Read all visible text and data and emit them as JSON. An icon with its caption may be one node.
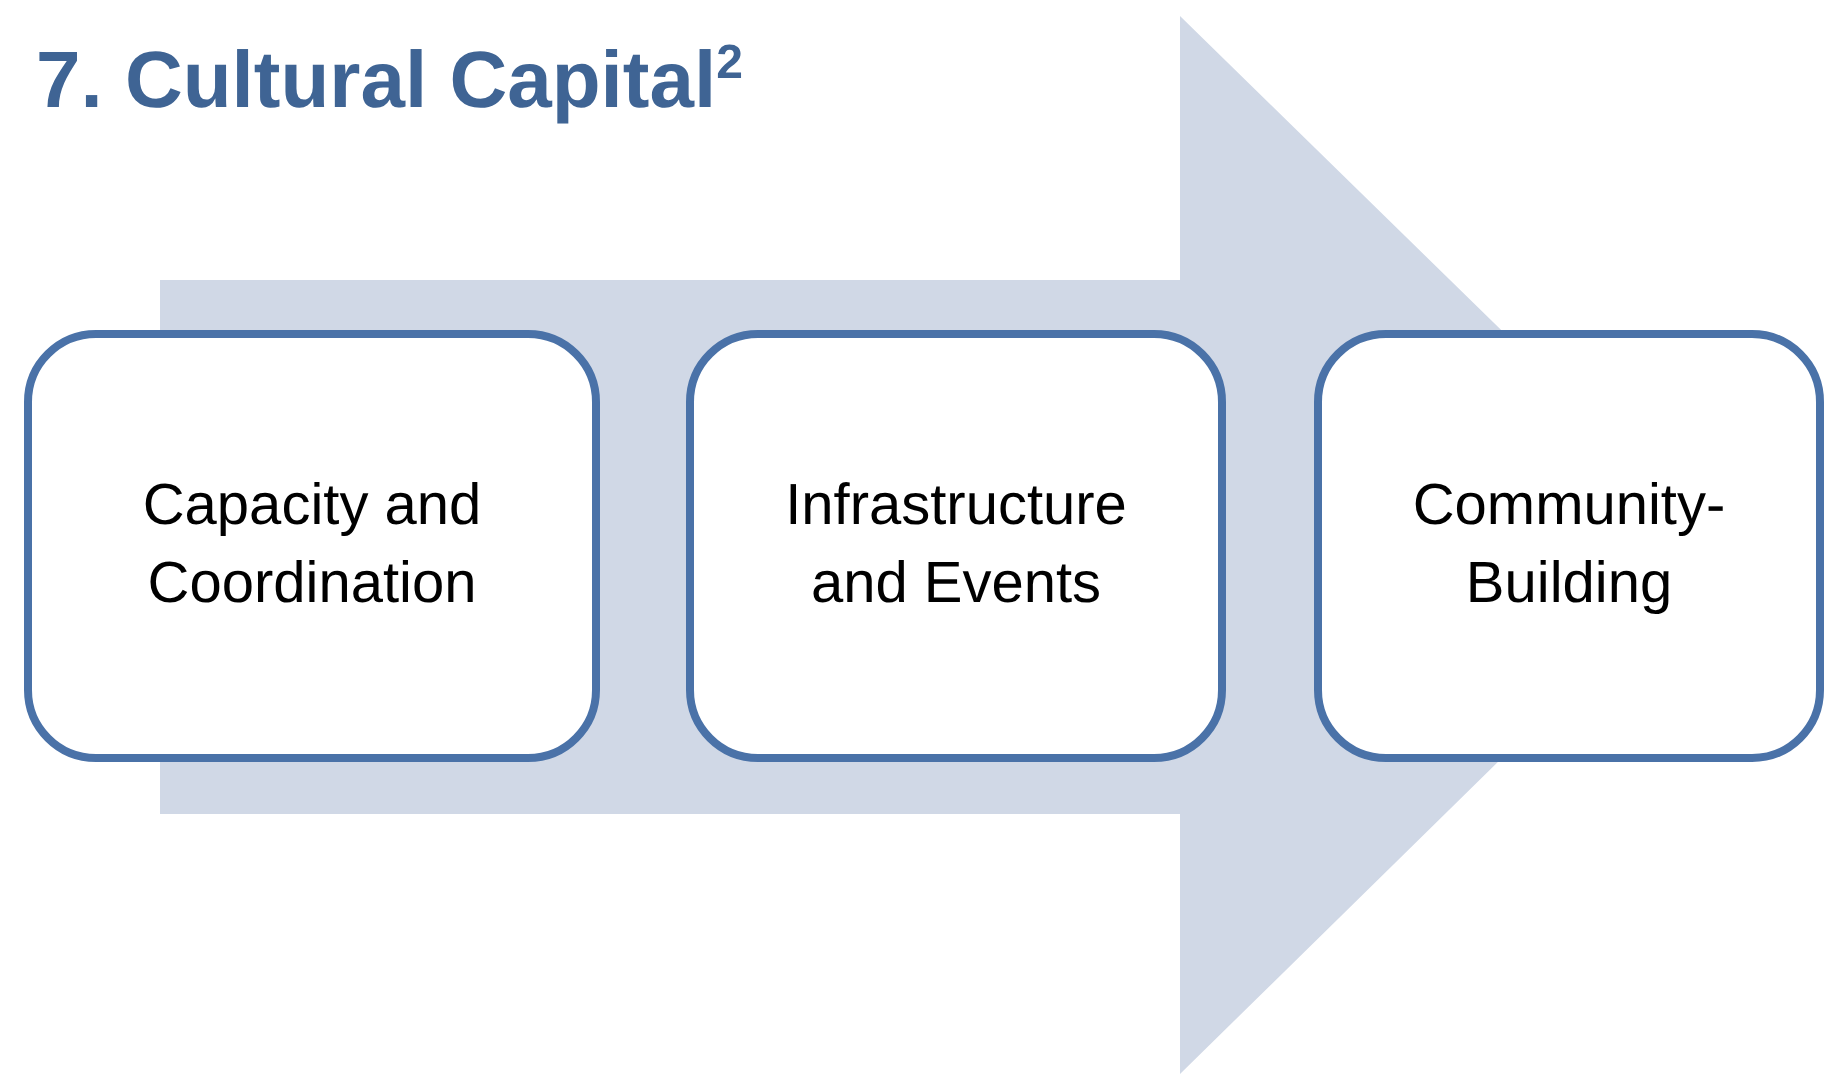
{
  "diagram": {
    "title": "7. Cultural Capital$^{2}$",
    "nodes": [
      {
        "text": [
          "Capacity and Coordination"
        ]
      },
      {
        "text": [
          "Infrastructure and Events"
        ]
      },
      {
        "text": [
          "Community-Building"
        ]
      }
    ],
    "edges": [
      {
        "from": 0,
        "to": 2,
        "arrow": "to"
      }
    ]
  }
}
